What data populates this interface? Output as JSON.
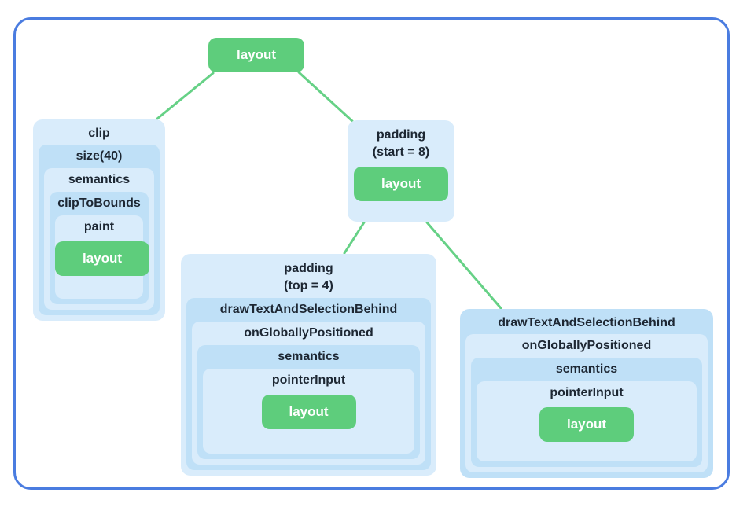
{
  "diagram": {
    "description": "modifier-chain layout node tree",
    "colors": {
      "frame_border_blue": "#4a7ce0",
      "node_light_blue": "#d9ecfb",
      "node_medium_blue": "#bfe0f7",
      "leaf_green": "#5ecd7c",
      "edge_green": "#66d186",
      "label_text": "#1d2733",
      "leaf_text": "#ffffff"
    },
    "root": {
      "label": "layout"
    },
    "nodes": {
      "clip": {
        "title": "clip",
        "levels": [
          "size(40)",
          "semantics",
          "clipToBounds",
          "paint"
        ],
        "leaf": "layout"
      },
      "padding_start": {
        "title_line1": "padding",
        "title_line2": "(start = 8)",
        "leaf": "layout"
      },
      "padding_top": {
        "title_line1": "padding",
        "title_line2": "(top = 4)",
        "levels": [
          "drawTextAndSelectionBehind",
          "onGloballyPositioned",
          "semantics",
          "pointerInput"
        ],
        "leaf": "layout"
      },
      "draw_text": {
        "title": "drawTextAndSelectionBehind",
        "levels": [
          "onGloballyPositioned",
          "semantics",
          "pointerInput"
        ],
        "leaf": "layout"
      }
    },
    "edges": [
      {
        "from": "root",
        "to": "clip"
      },
      {
        "from": "root",
        "to": "padding_start"
      },
      {
        "from": "padding_start",
        "to": "padding_top"
      },
      {
        "from": "padding_start",
        "to": "draw_text"
      }
    ]
  }
}
